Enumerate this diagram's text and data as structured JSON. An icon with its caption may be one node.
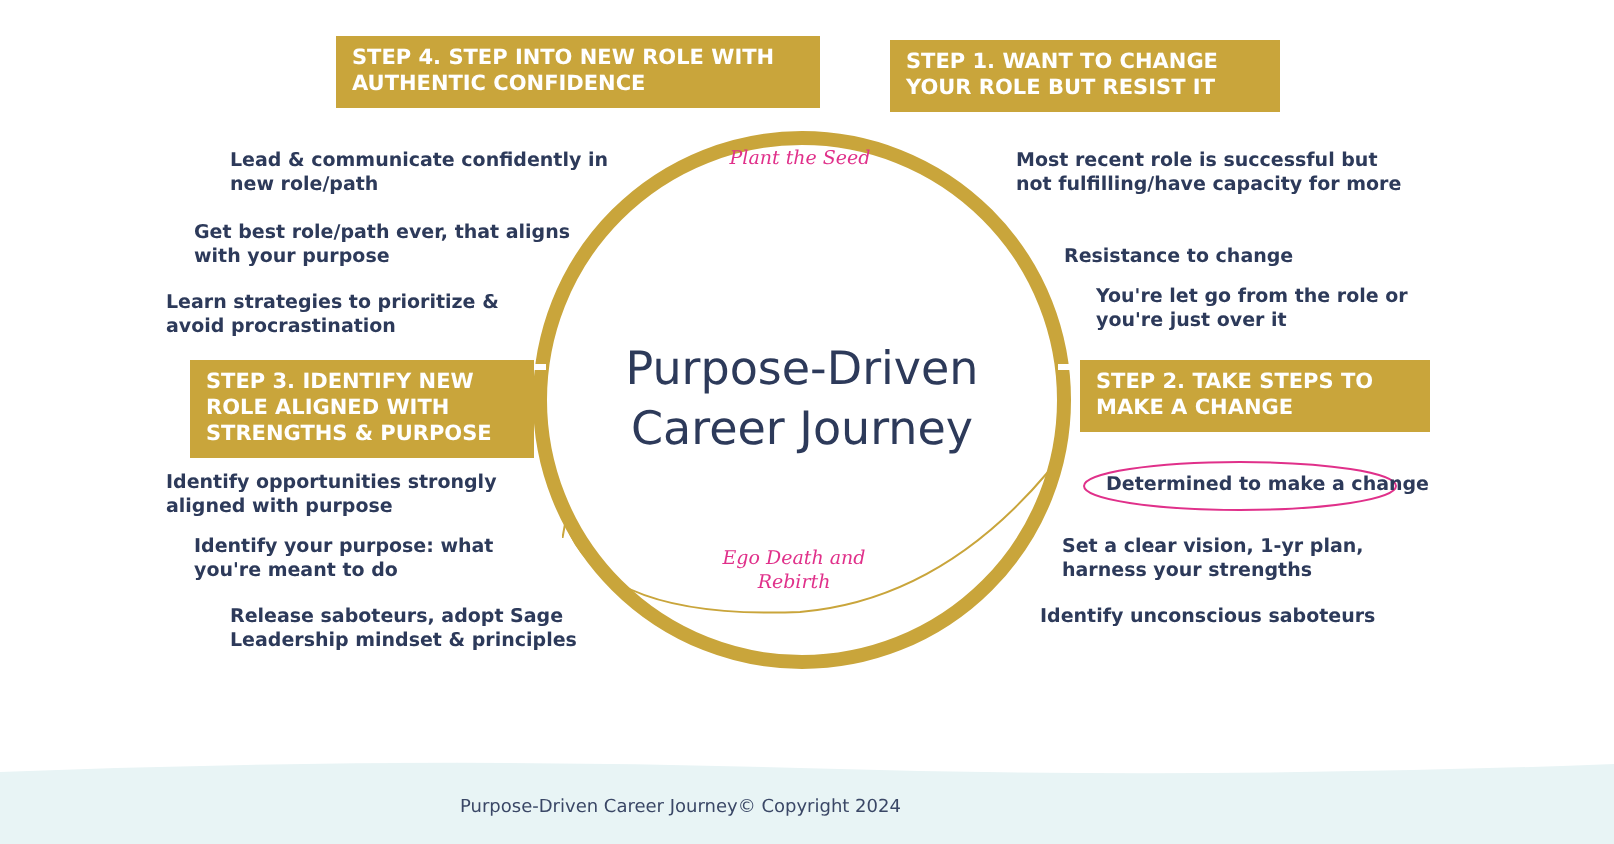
{
  "diagram": {
    "nodes": [
      {
        "text": [
          "Purpose-Driven Career Journey"
        ]
      },
      {
        "text": [
          "STEP 4. STEP INTO NEW ROLE WITH AUTHENTIC CONFIDENCE"
        ]
      },
      {
        "text": [
          "STEP 1. WANT TO CHANGE YOUR ROLE BUT RESIST IT"
        ]
      },
      {
        "text": [
          "STEP 3. IDENTIFY NEW ROLE ALIGNED WITH STRENGTHS & PURPOSE"
        ]
      },
      {
        "text": [
          "STEP 2. TAKE STEPS TO MAKE A CHANGE"
        ]
      }
    ],
    "labels": [
      "Lead & communicate confidently in new role/path",
      "Plant the Seed",
      "Most recent role is successful but not fulfilling/have capacity for more",
      "Get best role/path ever, that aligns with your purpose",
      "Resistance to change",
      "Learn strategies to prioritize & avoid procrastination",
      "You're let go from the role or you're just over it",
      "Identify opportunities strongly aligned with purpose",
      "Determined to make a change",
      "Identify your purpose: what you're meant to do",
      "Ego Death and Rebirth",
      "Set a clear vision, 1-yr plan, harness your strengths",
      "Release saboteurs, adopt Sage Leadership mindset & principles",
      "Identify unconscious saboteurs",
      "Purpose-Driven Career Journey© Copyright 2024"
    ]
  }
}
